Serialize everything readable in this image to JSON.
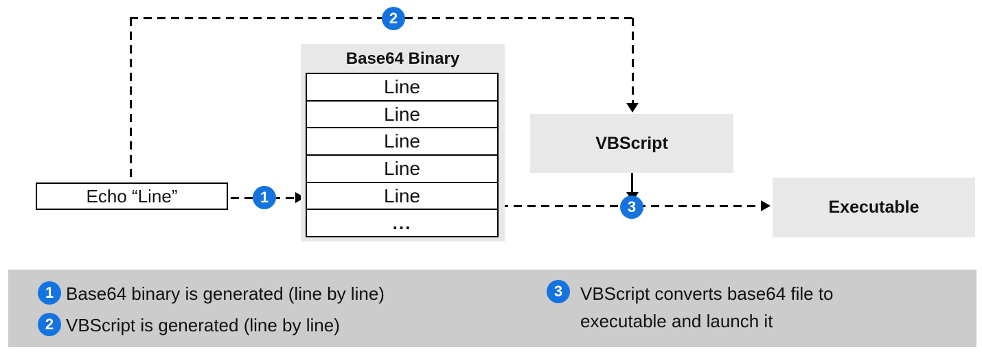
{
  "colors": {
    "accent_blue": "#1573df",
    "node_fill": "#e8e8e8",
    "legend_fill": "#cccccc",
    "line_color": "#000000"
  },
  "diagram": {
    "echo_box": {
      "label": "Echo “Line”"
    },
    "base64_table": {
      "title": "Base64 Binary",
      "rows": [
        "Line",
        "Line",
        "Line",
        "Line",
        "Line",
        "..."
      ]
    },
    "vbscript_box": {
      "label": "VBScript"
    },
    "executable_box": {
      "label": "Executable"
    },
    "badges": {
      "step1": "1",
      "step2": "2",
      "step3": "3"
    }
  },
  "legend": {
    "items": [
      {
        "num": "1",
        "text": "Base64 binary is generated (line by line)"
      },
      {
        "num": "2",
        "text": "VBScript is generated (line by line)"
      },
      {
        "num": "3",
        "text": "VBScript converts base64 file to executable and launch it"
      }
    ]
  }
}
